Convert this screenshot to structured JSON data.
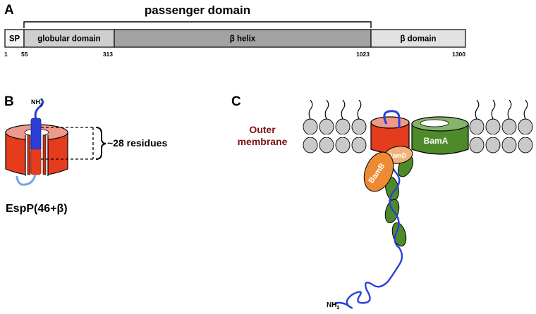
{
  "panels": {
    "a": "A",
    "b": "B",
    "c": "C"
  },
  "panel_a": {
    "bracket_label": "passenger domain",
    "segments": [
      {
        "label": "SP",
        "start": 1,
        "end": 55,
        "color": "#f4f4f4"
      },
      {
        "label": "globular domain",
        "start": 55,
        "end": 313,
        "color": "#cfcfcf"
      },
      {
        "label": "β helix",
        "start": 313,
        "end": 1023,
        "color": "#a3a3a3"
      },
      {
        "label": "β domain",
        "start": 1023,
        "end": 1300,
        "color": "#e2e2e2"
      }
    ],
    "ticks": [
      "1",
      "55",
      "313",
      "1023",
      "1300"
    ]
  },
  "panel_b": {
    "terminus": "NH",
    "terminus_sub": "2",
    "residues_label": "~28 residues",
    "construct_label": "EspP(46+β)"
  },
  "panel_c": {
    "membrane_label_line1": "Outer",
    "membrane_label_line2": "membrane",
    "terminus": "NH",
    "terminus_sub": "2",
    "bam_labels": {
      "bamA": "BamA",
      "bamB": "BamB",
      "bamD": "BamD"
    }
  },
  "colors": {
    "red": "#e63c1e",
    "blue": "#2b3fd6",
    "green": "#4f8a2a",
    "orange": "#ee8a34",
    "membrane_label": "#7b1113",
    "lipid": "#c9c9c9"
  }
}
